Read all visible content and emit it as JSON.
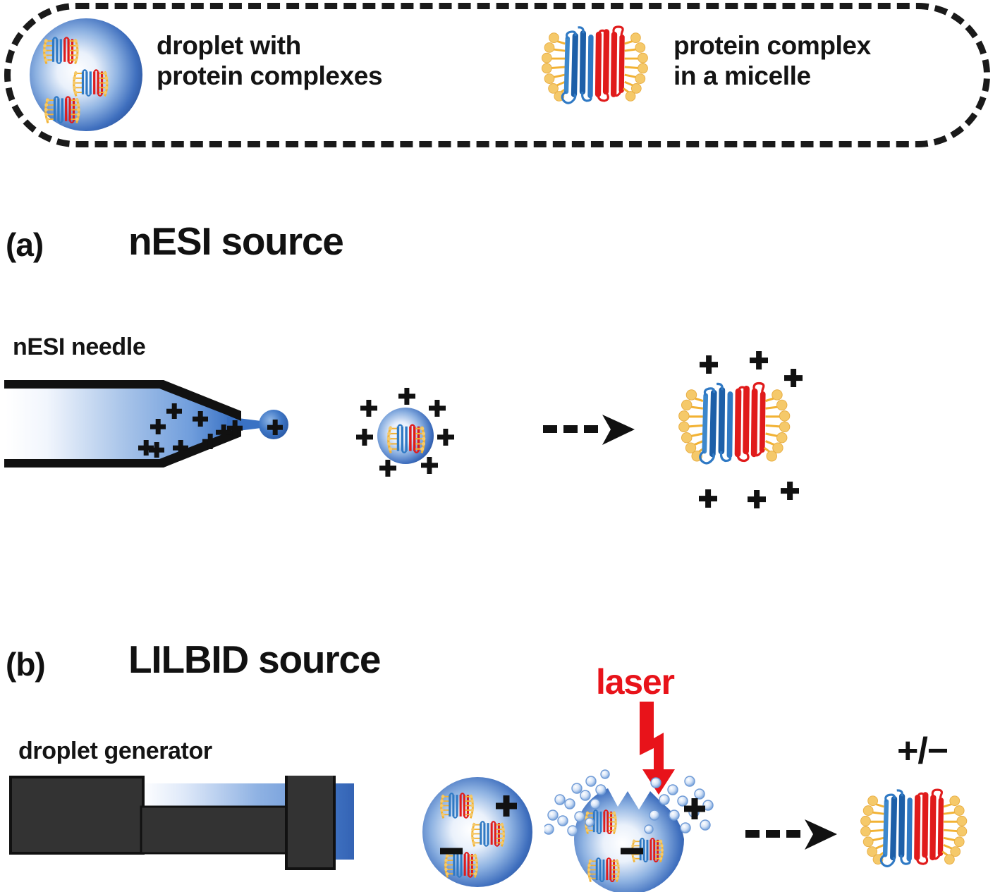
{
  "figure": {
    "legend": {
      "items": [
        {
          "icon": "droplet-with-protein-complexes-icon",
          "label": "droplet with\nprotein complexes"
        },
        {
          "icon": "protein-complex-in-micelle-icon",
          "label": "protein complex\nin a micelle"
        }
      ]
    },
    "panels": [
      {
        "tag": "(a)",
        "title": "nESI source",
        "source_label": "nESI needle",
        "needle_charges": "+",
        "needle_charge_count": 10,
        "taylor_cone_charge": "+",
        "droplet_charges": "+",
        "droplet_charge_count": 7,
        "ion_charges": "+",
        "ion_charge_count": 6,
        "transition_arrow": "dashed-arrow-right"
      },
      {
        "tag": "(b)",
        "title": "LILBID source",
        "source_label": "droplet generator",
        "laser_label": "laser",
        "laser_color": "#e8131a",
        "droplet_polarity_positive": "+",
        "droplet_polarity_negative": "−",
        "ion_polarity": "+/−",
        "transition_arrow": "dashed-arrow-right"
      }
    ],
    "colors": {
      "helix_blue": "#1d5fa8",
      "helix_blue_light": "#63a0d8",
      "helix_red": "#e01b1b",
      "helix_red_light": "#ef5252",
      "lipid_yellow": "#f2b233",
      "lipid_head": "#f5c96a",
      "droplet_blue": "#2f63b5",
      "droplet_core": "#ffffff",
      "needle_black": "#111111",
      "generator_body": "#333333",
      "laser_red": "#e8131a",
      "text_black": "#111111",
      "vapor_blue": "#7fa8dd"
    }
  }
}
